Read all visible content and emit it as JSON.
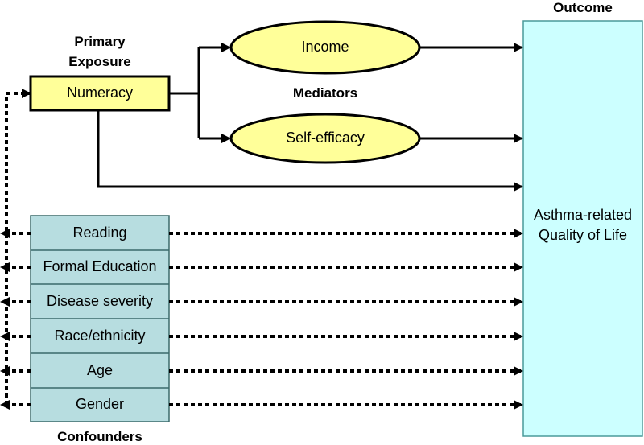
{
  "headings": {
    "outcome": "Outcome",
    "primary_exposure_line1": "Primary",
    "primary_exposure_line2": "Exposure",
    "mediators": "Mediators",
    "confounders": "Confounders"
  },
  "nodes": {
    "exposure": "Numeracy",
    "mediator_income": "Income",
    "mediator_self_efficacy": "Self-efficacy",
    "outcome_line1": "Asthma-related",
    "outcome_line2": "Quality of Life"
  },
  "confounders": [
    "Reading",
    "Formal Education",
    "Disease severity",
    "Race/ethnicity",
    "Age",
    "Gender"
  ],
  "colors": {
    "exposure_fill": "#ffff99",
    "mediator_fill": "#ffff99",
    "confounder_fill": "#b7dde0",
    "outcome_fill": "#ccffff",
    "line": "#000000"
  }
}
